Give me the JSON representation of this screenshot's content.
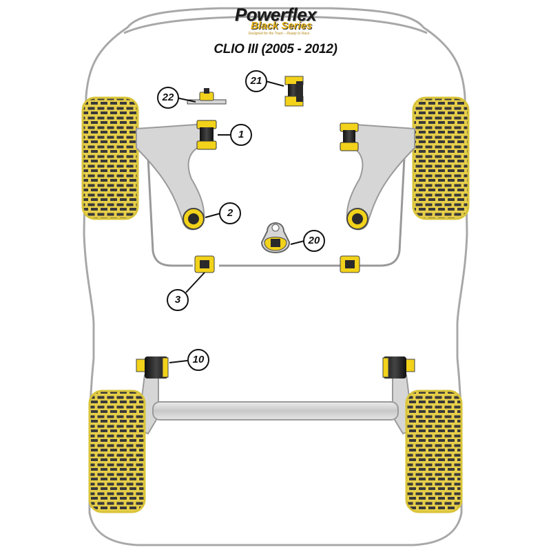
{
  "brand": {
    "name": "Powerflex",
    "series": "Black Series",
    "tagline": "Designed for the Track – Ready to Race"
  },
  "model": {
    "title": "CLIO III (2005 - 2012)"
  },
  "callouts": {
    "c1": "1",
    "c2": "2",
    "c3": "3",
    "c10": "10",
    "c20": "20",
    "c21": "21",
    "c22": "22"
  },
  "colors": {
    "bush_yellow": "#f2d21a",
    "bush_dark": "#222222",
    "tyre_yellow": "#e7cf4a",
    "tyre_dark": "#3a3a3a",
    "arm_gray": "#d6d6d6",
    "outline_gray": "#888888"
  }
}
